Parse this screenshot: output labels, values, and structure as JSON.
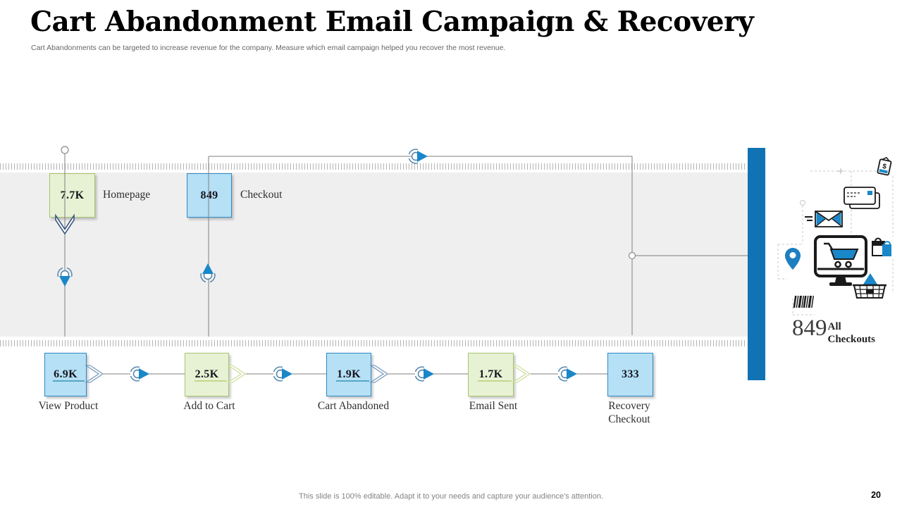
{
  "header": {
    "title": "Cart Abandonment Email Campaign & Recovery",
    "subtitle": "Cart Abandonments can be targeted to increase revenue for the company. Measure which email campaign  helped you recover the most revenue."
  },
  "funnel": {
    "top_row": [
      {
        "value": "7.7K",
        "label": "Homepage",
        "style": "green"
      },
      {
        "value": "849",
        "label": "Checkout",
        "style": "blue"
      }
    ],
    "bottom_row": [
      {
        "value": "6.9K",
        "label": "View Product",
        "style": "blue"
      },
      {
        "value": "2.5K",
        "label": "Add to Cart",
        "style": "green"
      },
      {
        "value": "1.9K",
        "label": "Cart Abandoned",
        "style": "blue"
      },
      {
        "value": "1.7K",
        "label": "Email Sent",
        "style": "green"
      },
      {
        "value": "333",
        "label": "Recovery Checkout",
        "style": "blue"
      }
    ],
    "summary": {
      "value": "849",
      "label_line1": "All",
      "label_line2": "Checkouts"
    }
  },
  "icons": {
    "dollar_sign": "$",
    "cluster": [
      "price-tag",
      "credit-cards",
      "mail-send",
      "monitor-cart",
      "location-pin",
      "shopping-bags",
      "basket",
      "barcode"
    ]
  },
  "colors": {
    "accent_bar": "#1173b4",
    "triangle_blue": "#1a87c9",
    "connector_gray": "#7f7f7f",
    "box_blue_fill": "#b5e0f5",
    "box_blue_border": "#2f88c5",
    "box_green_fill": "#e7f2d4",
    "box_green_border": "#a9c36d",
    "band_gray": "#efefef"
  },
  "footer": {
    "note": "This slide is 100% editable. Adapt it to your needs and capture your audience's attention.",
    "page_number": "20"
  }
}
